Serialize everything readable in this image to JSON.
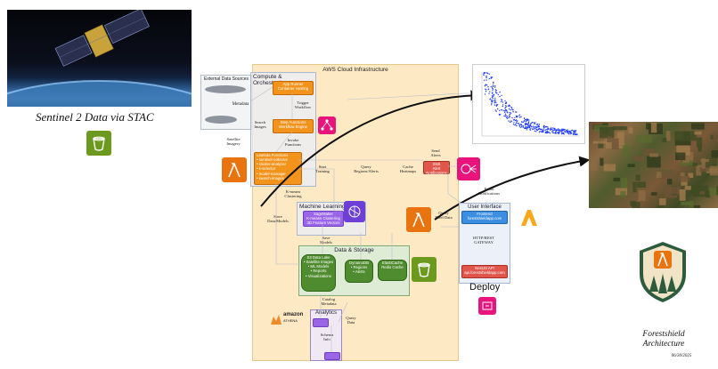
{
  "satellite": {
    "caption": "Sentinel 2 Data via STAC"
  },
  "external": {
    "title": "External Data Sources",
    "metadata_label": "Metadata"
  },
  "aws": {
    "title": "AWS Cloud Infrastructure"
  },
  "compute": {
    "title": "Compute & Orchestration",
    "app_runner": "App Runner\nContainer Hosting",
    "step_functions": "Step Functions\nWorkflow Engine",
    "lambda": "Lambda Functions\n• sentinel-collector\n• cluster-analyzer\n• k-selector\n• model-manager\n• search-images"
  },
  "ml": {
    "title": "Machine Learning",
    "sagemaker": "SageMaker\nK-means Clustering\n3D Feature Vectors"
  },
  "storage": {
    "title": "Data & Storage",
    "s3": "S3 Data Lake\n• Satellite Images\n• ML Models\n• Reports\n• Visualizations",
    "dynamo": "DynamoDB\n• Regions\n• Alerts",
    "elasticache": "ElastiCache\nRedis Cache"
  },
  "analytics": {
    "title": "Analytics"
  },
  "athena_logo": {
    "brand": "amazon",
    "product": "ATHENA"
  },
  "sns": {
    "label": "SNS\nAlert Notifications"
  },
  "ui": {
    "title": "User Interface",
    "frontend": "Frontend\nforestshieldapp.com",
    "gateway": "HTTP/REST\nGATEWAY",
    "api": "NestJS API\napi.forestshieldapp.com",
    "deploy": "Deploy"
  },
  "edges": {
    "satellite_imagery": "Satellite\nImagery",
    "search_images": "Search\nImages",
    "trigger_workflow": "Trigger\nWorkflow",
    "invoke_functions": "Invoke\nFunctions",
    "start_training": "Start\nTraining",
    "kmeans_clustering": "K-means\nClustering",
    "store_data_models": "Store\nData/Models",
    "save_models": "Save\nModels",
    "query_regions_alerts": "Query\nRegions/Alerts",
    "cache_heatmaps": "Cache\nHeatmaps",
    "send_alerts": "Send\nAlerts",
    "email_notifications": "Email\nNotifications",
    "query_pixel_data": "Query\nPixel Data",
    "catalog_metadata": "Catalog\nMetadata",
    "schema_info": "Schema\nInfo",
    "query_data": "Query\nData"
  },
  "footer": {
    "title": "Forestshield\nArchitecture",
    "date": "06/30/2025"
  }
}
